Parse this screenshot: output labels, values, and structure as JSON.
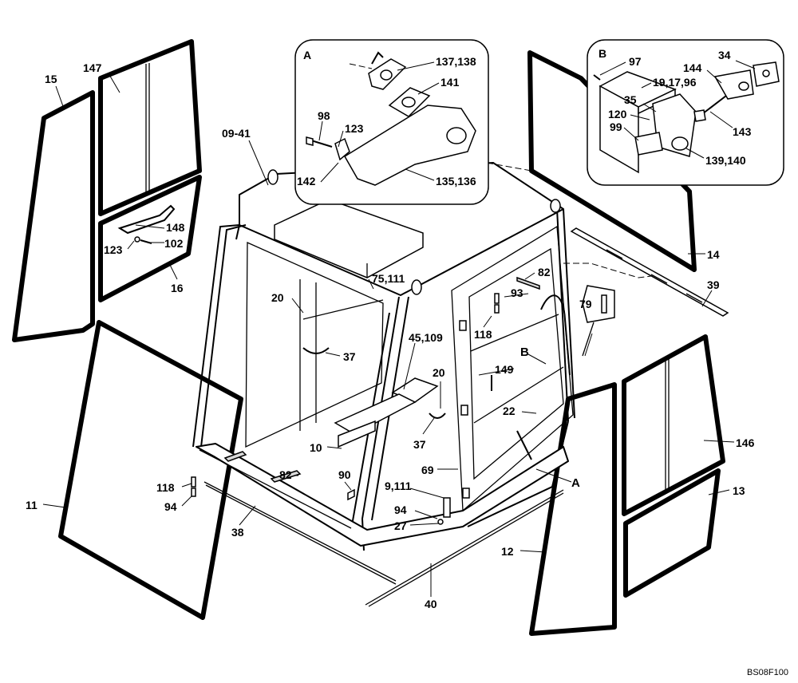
{
  "figure_code": "BS08F100",
  "details": {
    "A": {
      "letter": "A"
    },
    "B": {
      "letter": "B"
    }
  },
  "labels": {
    "l15": "15",
    "l147": "147",
    "l148": "148",
    "l123a": "123",
    "l102": "102",
    "l16": "16",
    "l0941": "09-41",
    "l20a": "20",
    "l37a": "37",
    "l75111": "75,111",
    "l82a": "82",
    "l93": "93",
    "l118a": "118",
    "l79": "79",
    "lB": "B",
    "l45109": "45,109",
    "l20b": "20",
    "l149": "149",
    "l22": "22",
    "l37b": "37",
    "l10": "10",
    "l69": "69",
    "lA": "A",
    "l82b": "82",
    "l90": "90",
    "l9111": "9,111",
    "l94a": "94",
    "l27": "27",
    "l118b": "118",
    "l94b": "94",
    "l11": "11",
    "l38": "38",
    "l40": "40",
    "l12": "12",
    "l146": "146",
    "l13": "13",
    "l14": "14",
    "l39": "39",
    "lA98": "98",
    "lA123": "123",
    "lA142": "142",
    "lA137": "137,138",
    "lA141": "141",
    "lA135": "135,136",
    "lB97": "97",
    "lB191796": "19,17,96",
    "lB35": "35",
    "lB120": "120",
    "lB99": "99",
    "lB144": "144",
    "lB34": "34",
    "lB143": "143",
    "lB139": "139,140"
  }
}
